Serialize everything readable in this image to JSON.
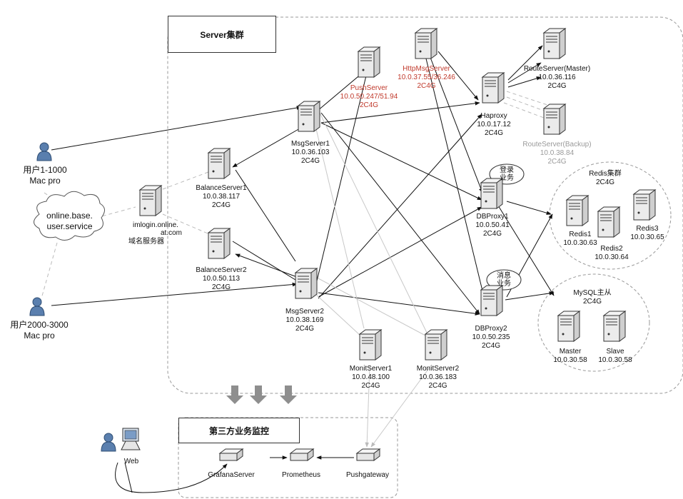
{
  "server_cluster": {
    "title": "Server集群"
  },
  "third_party": {
    "title": "第三方业务监控"
  },
  "users": [
    {
      "name": "用户1-1000",
      "device": "Mac pro"
    },
    {
      "name": "用户2000-3000",
      "device": "Mac pro"
    }
  ],
  "dns_cloud": {
    "line1": "online.base.",
    "line2": "user.service"
  },
  "dns_server": {
    "line1": "imlogin.online.",
    "line2": "at.com",
    "line3": "域名服务器"
  },
  "balance_servers": [
    {
      "name": "BalanceServer1",
      "ip": "10.0.38.117",
      "spec": "2C4G"
    },
    {
      "name": "BalanceServer2",
      "ip": "10.0.50.113",
      "spec": "2C4G"
    }
  ],
  "msg_servers": [
    {
      "name": "MsgServer1",
      "ip": "10.0.36.103",
      "spec": "2C4G"
    },
    {
      "name": "MsgServer2",
      "ip": "10.0.38.169",
      "spec": "2C4G"
    }
  ],
  "push_server": {
    "name": "PushServer",
    "ip": "10.0.50.247/51.94",
    "spec": "2C4G",
    "color": "#c0392b"
  },
  "http_msg_server": {
    "name": "HttpMsgServer",
    "ip": "10.0.37.55/36.246",
    "spec": "2C4G",
    "color": "#c0392b"
  },
  "haproxy": {
    "name": "Haproxy",
    "ip": "10.0.17.12",
    "spec": "2C4G"
  },
  "route_master": {
    "name": "RouteServer(Master)",
    "ip": "10.0.36.116",
    "spec": "2C4G"
  },
  "route_backup": {
    "name": "RouteServer(Backup)",
    "ip": "10.0.38.84",
    "spec": "2C4G",
    "color": "#9a9a9a"
  },
  "db_proxies": [
    {
      "name": "DBProxy1",
      "ip": "10.0.50.41",
      "spec": "2C4G",
      "bubble1": "登录",
      "bubble2": "业务"
    },
    {
      "name": "DBProxy2",
      "ip": "10.0.50.235",
      "spec": "2C4G",
      "bubble1": "消息",
      "bubble2": "业务"
    }
  ],
  "redis_cluster": {
    "title": "Redis集群",
    "spec": "2C4G",
    "nodes": [
      {
        "name": "Redis1",
        "ip": "10.0.30.63"
      },
      {
        "name": "Redis2",
        "ip": "10.0.30.64"
      },
      {
        "name": "Redis3",
        "ip": "10.0.30.65"
      }
    ]
  },
  "mysql": {
    "title": "MySQL主从",
    "spec": "2C4G",
    "nodes": [
      {
        "name": "Master",
        "ip": "10.0.30.58"
      },
      {
        "name": "Slave",
        "ip": "10.0.30.58"
      }
    ]
  },
  "monit_servers": [
    {
      "name": "MonitServer1",
      "ip": "10.0.48.100",
      "spec": "2C4G"
    },
    {
      "name": "MonitServer2",
      "ip": "10.0.36.183",
      "spec": "2C4G"
    }
  ],
  "monitoring": {
    "web_label": "Web",
    "grafana": "GrafanaServer",
    "prometheus": "Prometheus",
    "pushgateway": "Pushgateway"
  },
  "icons": {
    "server": "server-tower-icon",
    "user": "user-person-icon",
    "router": "network-switch-icon",
    "computer": "desktop-computer-icon",
    "cloud": "cloud-icon"
  }
}
